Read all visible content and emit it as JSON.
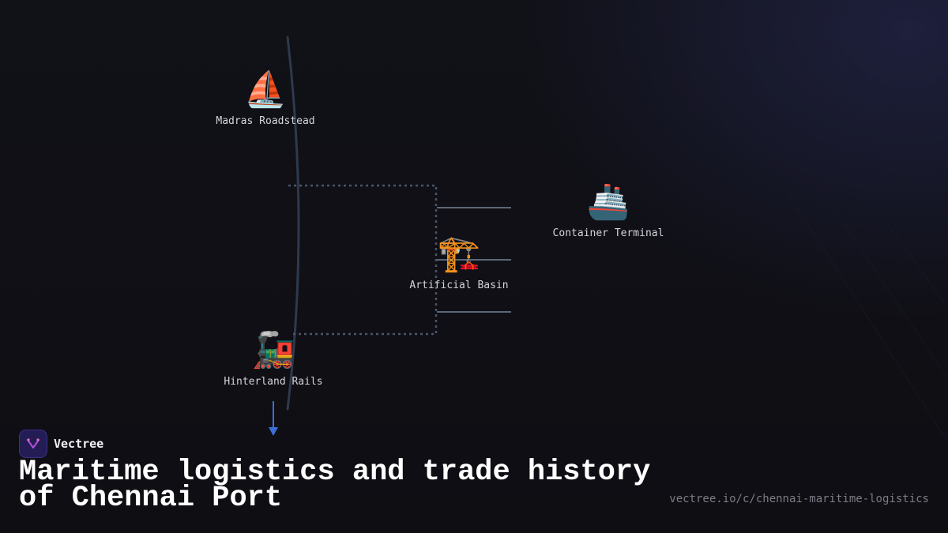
{
  "nodes": [
    {
      "label": "Madras Roadstead",
      "icon": "sailboat-icon",
      "glyph": "⛵"
    },
    {
      "label": "Container Terminal",
      "icon": "ship-icon",
      "glyph": "🚢"
    },
    {
      "label": "Artificial Basin",
      "icon": "crane-icon",
      "glyph": "🏗️"
    },
    {
      "label": "Hinterland Rails",
      "icon": "locomotive-icon",
      "glyph": "🚂"
    }
  ],
  "brand": {
    "name": "Vectree"
  },
  "title": "Maritime logistics and trade history of Chennai Port",
  "url": "vectree.io/c/chennai-maritime-logistics",
  "colors": {
    "background": "#0f0f14",
    "spine": "#2e3a4c",
    "dotted_connector": "#4a5568",
    "branch_line": "#5b6778",
    "arrow": "#3b6fd8",
    "brand_logo": "#241d55"
  }
}
